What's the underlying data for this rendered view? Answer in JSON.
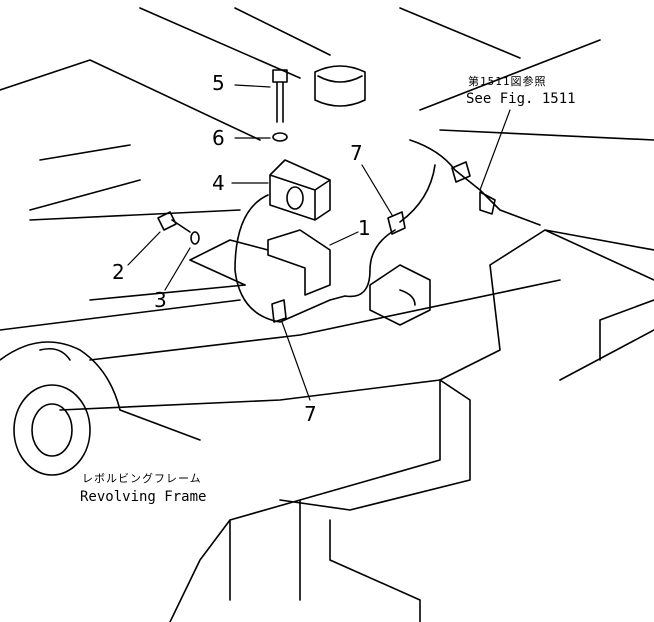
{
  "callouts": {
    "c1": "1",
    "c2": "2",
    "c3": "3",
    "c4": "4",
    "c5": "5",
    "c6": "6",
    "c7a": "7",
    "c7b": "7"
  },
  "reference": {
    "jp": "第1511図参照",
    "en": "See Fig. 1511"
  },
  "frame_label": {
    "jp": "レボルビングフレーム",
    "en": "Revolving  Frame"
  }
}
